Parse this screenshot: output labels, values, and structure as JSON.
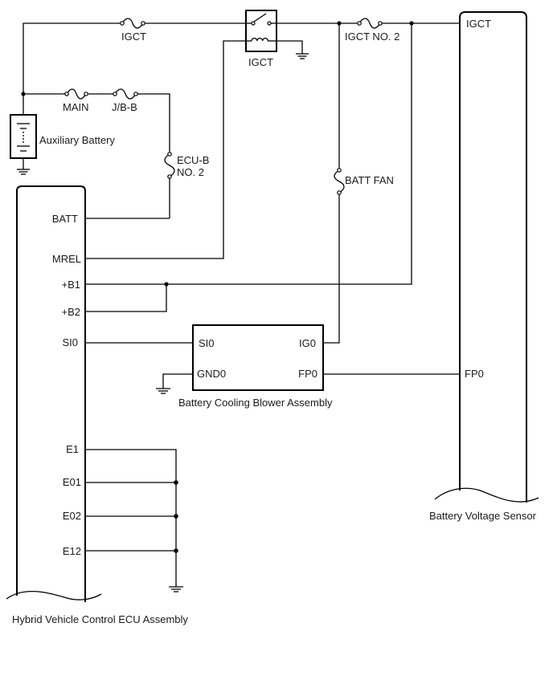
{
  "labels": {
    "igct_fuse": "IGCT",
    "igct_relay": "IGCT",
    "igct_no2": "IGCT NO. 2",
    "main": "MAIN",
    "jb_b": "J/B-B",
    "ecu_b_1": "ECU-B",
    "ecu_b_2": "NO. 2",
    "aux_battery": "Auxiliary Battery",
    "batt_fan": "BATT FAN"
  },
  "ecu": {
    "name": "Hybrid Vehicle Control ECU Assembly",
    "pins": [
      "BATT",
      "MREL",
      "+B1",
      "+B2",
      "SI0",
      "E1",
      "E01",
      "E02",
      "E12"
    ]
  },
  "blower": {
    "name": "Battery Cooling Blower Assembly",
    "pins": [
      "SI0",
      "IG0",
      "GND0",
      "FP0"
    ]
  },
  "sensor": {
    "name": "Battery Voltage Sensor",
    "pins": [
      "IGCT",
      "FP0"
    ]
  }
}
